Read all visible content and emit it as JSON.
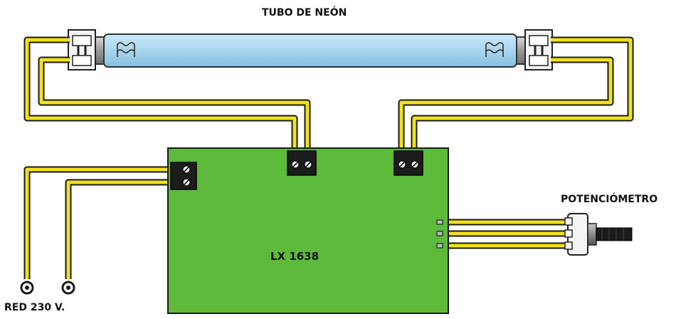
{
  "title": "TUBO DE NEÓN",
  "board": {
    "label": "LX 1638"
  },
  "potentiometer": {
    "label": "POTENCIÓMETRO"
  },
  "mains": {
    "label": "RED 230 V."
  },
  "colors": {
    "wire": "#f2e01c",
    "wire_outline": "#1a1a1a",
    "board": "#5dba3b",
    "tube": "#a9d6ee"
  }
}
